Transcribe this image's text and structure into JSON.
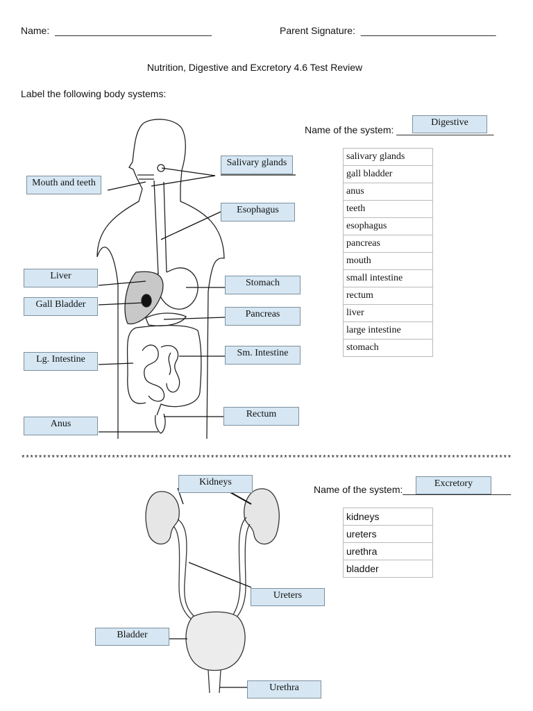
{
  "header": {
    "name_label": "Name:",
    "name_blank": "_____________________________",
    "parent_label": "Parent Signature:",
    "parent_blank": "_________________________"
  },
  "title": "Nutrition, Digestive and Excretory 4.6 Test Review",
  "instruction": "Label the following body systems:",
  "digestive": {
    "system_prompt": "Name of the system:",
    "system_blank": "__________________",
    "system_answer": "Digestive",
    "labels": {
      "salivary": "Salivary glands",
      "mouth": "Mouth and teeth",
      "esophagus": "Esophagus",
      "liver": "Liver",
      "stomach": "Stomach",
      "gall": "Gall Bladder",
      "pancreas": "Pancreas",
      "lg_intestine": "Lg. Intestine",
      "sm_intestine": "Sm. Intestine",
      "rectum": "Rectum",
      "anus": "Anus"
    },
    "word_bank": [
      "salivary glands",
      "gall bladder",
      "anus",
      "teeth",
      "esophagus",
      "pancreas",
      "mouth",
      "small intestine",
      "rectum",
      "liver",
      "large intestine",
      "stomach"
    ]
  },
  "divider": "************************************************************************************************************************************",
  "excretory": {
    "system_prompt": "Name of the system:",
    "system_blank": "____________________",
    "system_answer": "Excretory",
    "labels": {
      "kidneys": "Kidneys",
      "ureters": "Ureters",
      "bladder": "Bladder",
      "urethra": "Urethra"
    },
    "word_bank": [
      "kidneys",
      "ureters",
      "urethra",
      "bladder"
    ]
  }
}
